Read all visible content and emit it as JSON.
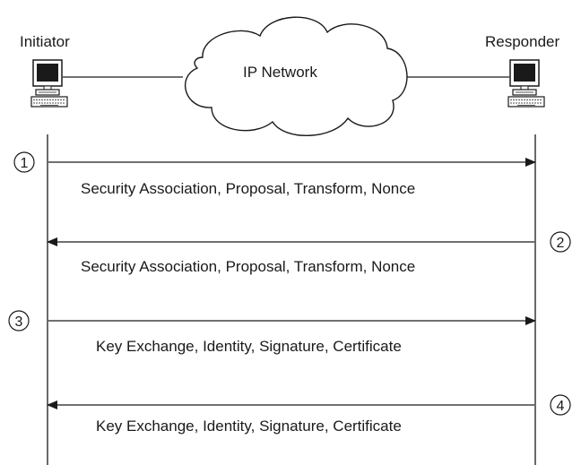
{
  "parties": {
    "initiator": "Initiator",
    "responder": "Responder"
  },
  "network": {
    "label": "IP Network"
  },
  "messages": [
    {
      "step": "1",
      "direction": "initiator-to-responder",
      "label": "Security Association, Proposal, Transform, Nonce"
    },
    {
      "step": "2",
      "direction": "responder-to-initiator",
      "label": "Security Association, Proposal, Transform, Nonce"
    },
    {
      "step": "3",
      "direction": "initiator-to-responder",
      "label": "Key Exchange, Identity, Signature, Certificate"
    },
    {
      "step": "4",
      "direction": "responder-to-initiator",
      "label": "Key Exchange, Identity, Signature, Certificate"
    }
  ],
  "colors": {
    "line": "#1a1a1a",
    "screen": "#1a1a1a",
    "background": "#ffffff"
  },
  "icons": {
    "initiator": "computer-icon",
    "responder": "computer-icon"
  }
}
